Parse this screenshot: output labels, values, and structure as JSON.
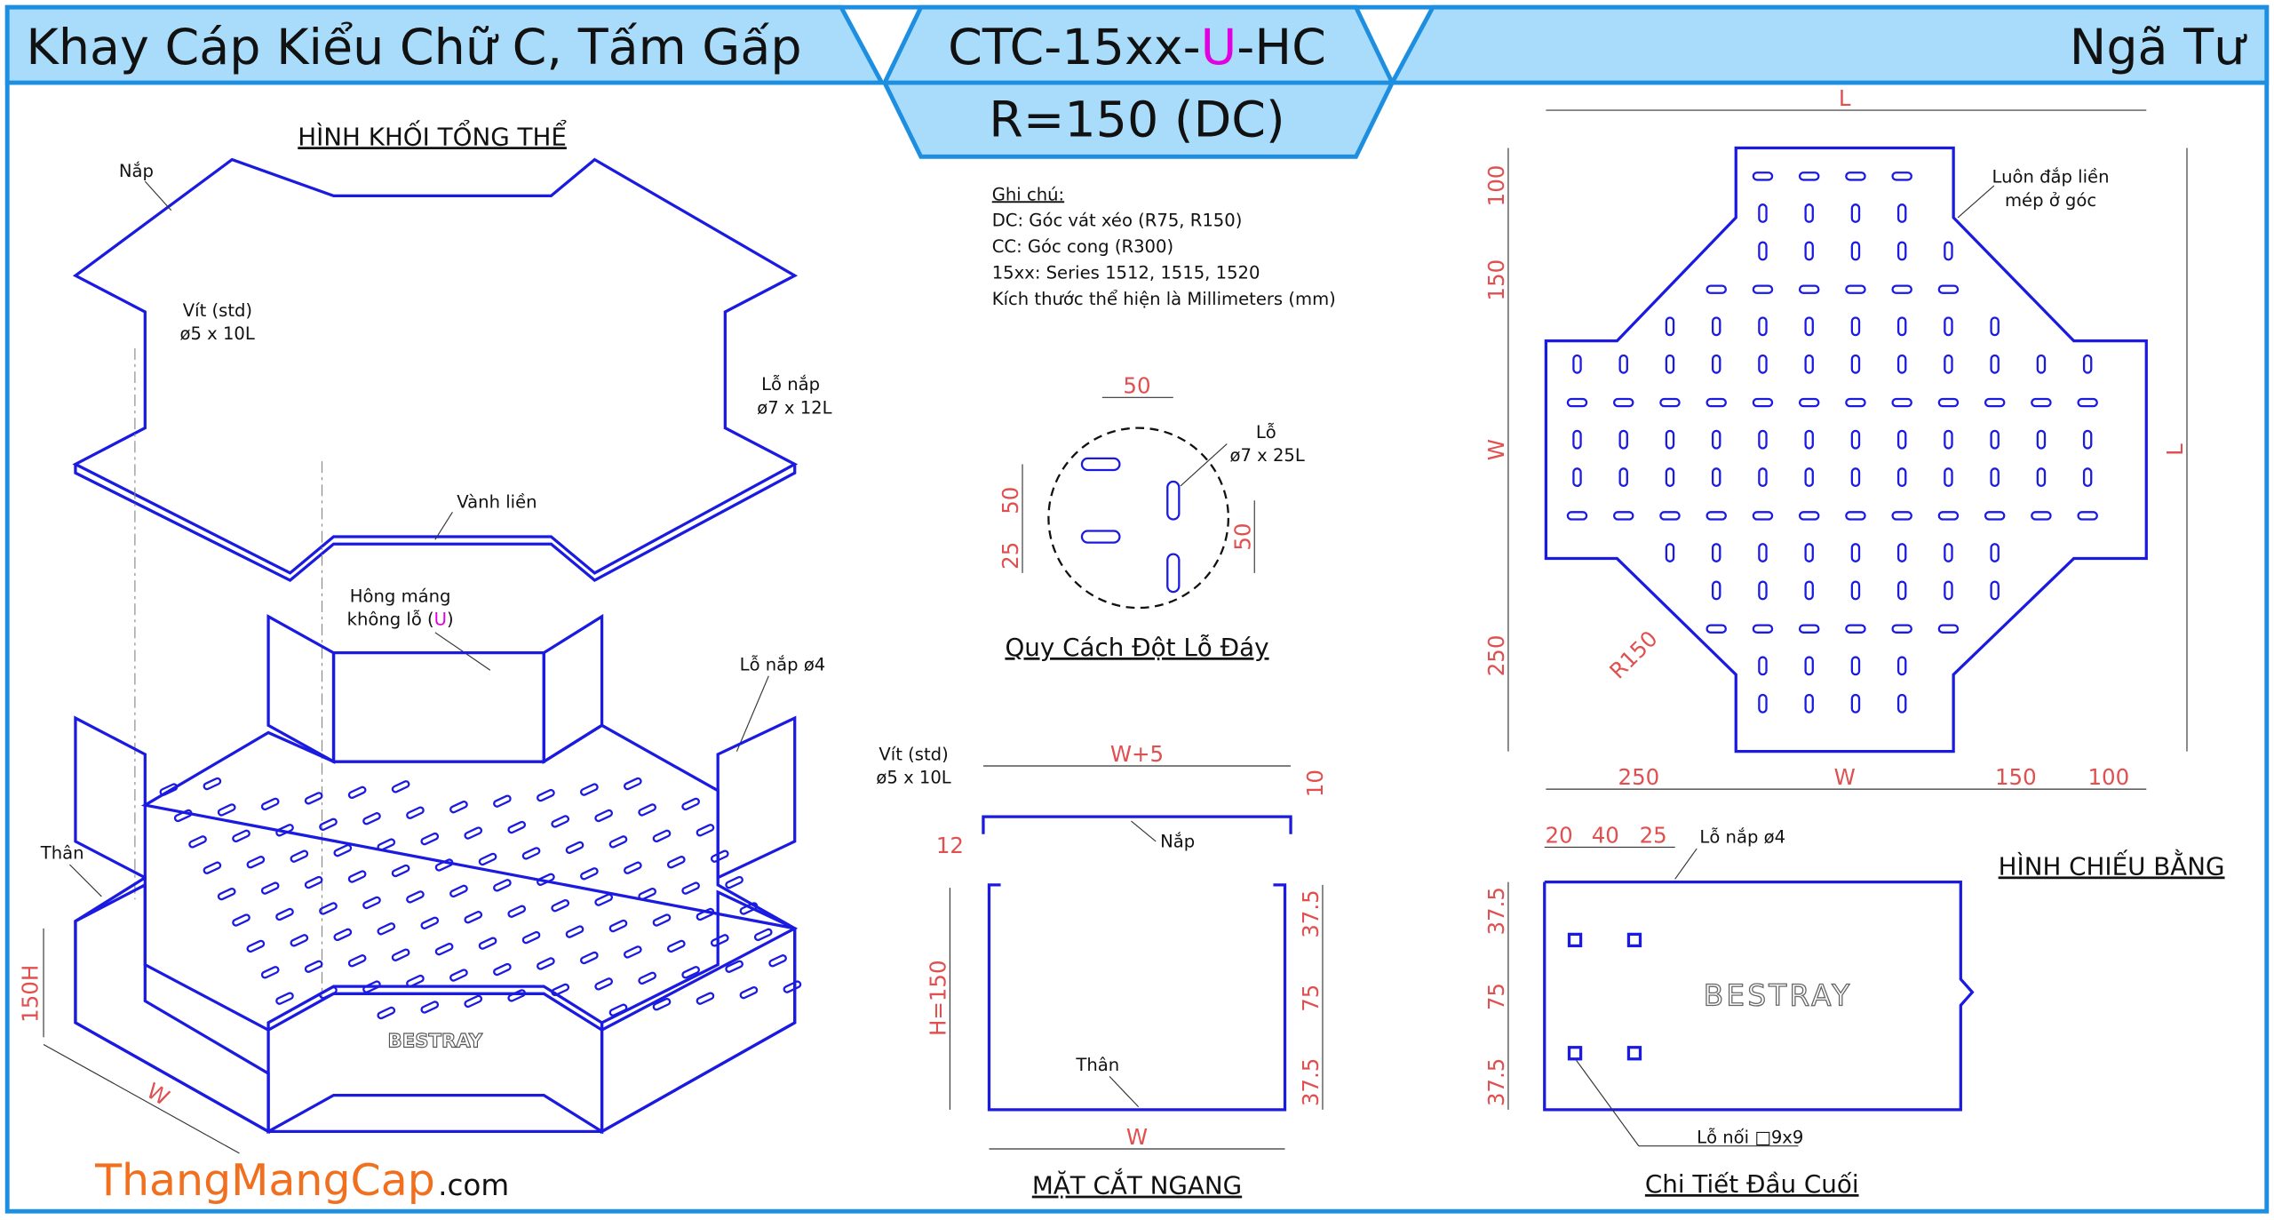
{
  "header": {
    "title_left": "Khay Cáp Kiểu Chữ C, Tấm Gấp",
    "code_prefix": "CTC-15xx-",
    "code_u": "U",
    "code_suffix": "-HC",
    "radius": "R=150 (DC)",
    "title_right": "Ngã Tư"
  },
  "colors": {
    "header_fill": "#a9dcfa",
    "border": "#1e8fe0",
    "line": "#1a1ae0",
    "dimension": "#e05050",
    "accent": "#e000e0",
    "brand": "#f07020"
  },
  "iso": {
    "title": "HÌNH KHỐI TỔNG THỂ",
    "nap": "Nắp",
    "vit": "Vít (std)",
    "vit_size": "ø5 x 10L",
    "lo_nap": "Lỗ nắp",
    "lo_nap_size": "ø7 x 12L",
    "vanh_lien": "Vành liền",
    "hong_mang": "Hông máng",
    "khong_lo": "không lỗ (",
    "khong_lo_u": "U",
    "khong_lo_end": ")",
    "lo_nap_4": "Lỗ nắp ø4",
    "than": "Thân",
    "height": "150H",
    "width": "W",
    "brand": "BESTRAY"
  },
  "watermark": {
    "main": "ThangMangCap",
    "suffix": ".com"
  },
  "notes": {
    "heading": "Ghi chú:",
    "lines": [
      "DC: Góc vát xéo (R75, R150)",
      "CC: Góc cong (R300)",
      "15xx: Series 1512, 1515, 1520",
      "Kích thước thể hiện là Millimeters (mm)"
    ]
  },
  "hole_spec": {
    "title": "Quy Cách Đột Lỗ Đáy",
    "top": "50",
    "left_a": "50",
    "left_b": "25",
    "right": "50",
    "hole_label": "Lỗ",
    "hole_size": "ø7 x 25L"
  },
  "section": {
    "title": "MẶT CẮT NGANG",
    "vit": "Vít (std)",
    "vit_size": "ø5 x 10L",
    "w5": "W+5",
    "d10": "10",
    "d12": "12",
    "nap": "Nắp",
    "h": "H=150",
    "d375a": "37.5",
    "d75": "75",
    "d375b": "37.5",
    "than": "Thân",
    "w": "W"
  },
  "plan": {
    "title": "HÌNH CHIẾU BẰNG",
    "L_top": "L",
    "L_right": "L",
    "d100": "100",
    "d150": "150",
    "W_left": "W",
    "d250": "250",
    "b250": "250",
    "bW": "W",
    "b150": "150",
    "b100": "100",
    "r150": "R150",
    "note1": "Luôn đắp liền",
    "note2": "mép ở góc"
  },
  "end_detail": {
    "title": "Chi Tiết Đầu Cuối",
    "d20": "20",
    "d40": "40",
    "d25": "25",
    "lo_nap": "Lỗ nắp ø4",
    "v375a": "37.5",
    "v75": "75",
    "v375b": "37.5",
    "lo_noi": "Lỗ nối □9x9",
    "brand": "BESTRAY"
  }
}
